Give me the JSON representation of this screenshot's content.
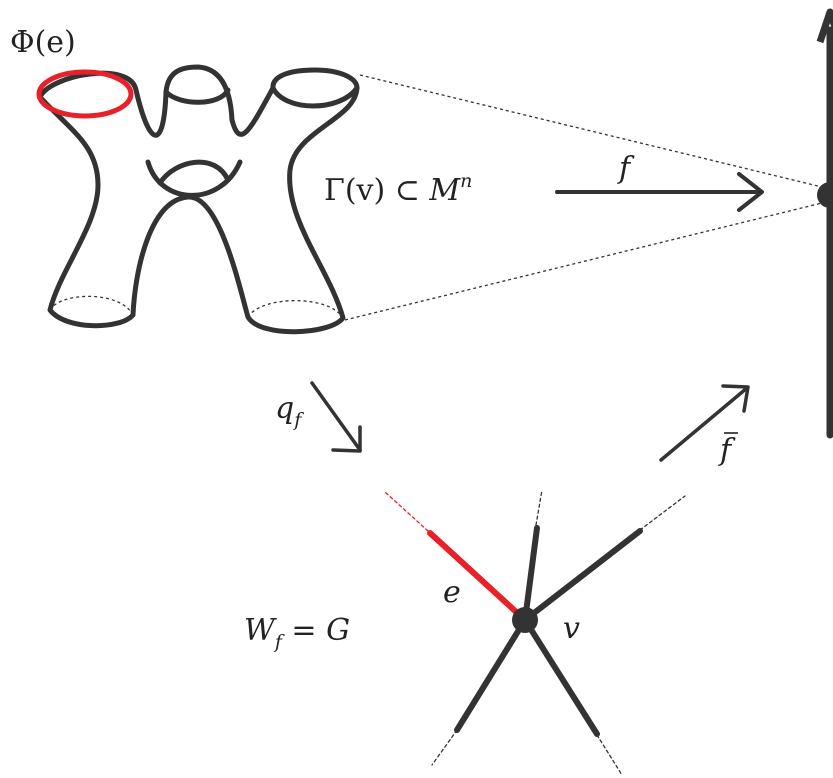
{
  "labels": {
    "phi": "Φ(e)",
    "gamma": "Γ(v) ⊂ ",
    "manifold": "M",
    "manifold_dim": "n",
    "f": "f",
    "q_main": "q",
    "q_sub": "f",
    "fbar": "f",
    "w_main": "W",
    "w_sub": "f",
    "w_eq": " = ",
    "g": "G",
    "e": "e",
    "v": "v"
  },
  "colors": {
    "stroke": "#333333",
    "highlight": "#e8202a",
    "text": "#222222"
  }
}
